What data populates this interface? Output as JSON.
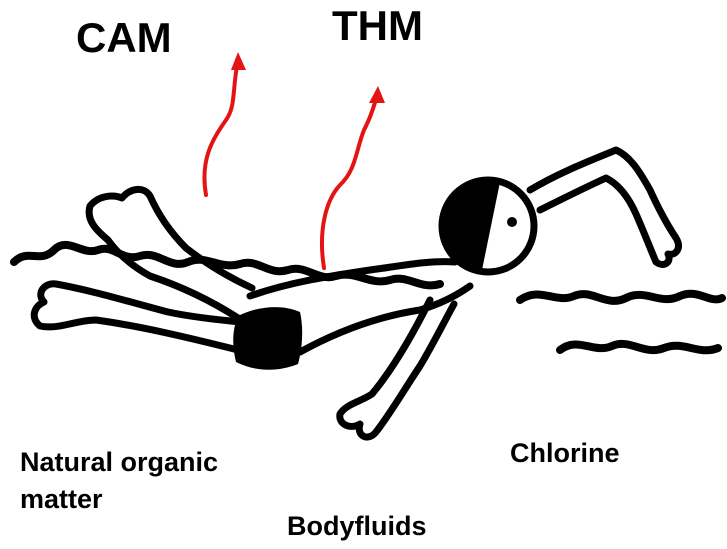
{
  "labels": {
    "cam": "CAM",
    "thm": "THM",
    "natural_organic_matter": "Natural organic matter",
    "chlorine": "Chlorine",
    "bodyfluids": "Bodyfluids"
  },
  "colors": {
    "arrow": "#e41414",
    "ink": "#000000",
    "background": "#ffffff"
  }
}
